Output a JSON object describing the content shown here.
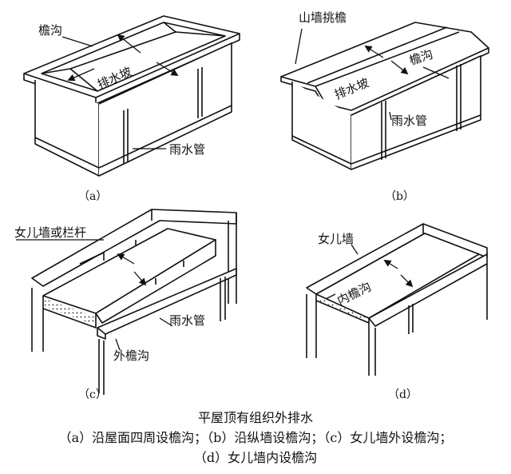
{
  "panels": {
    "a": {
      "caption": "（a）",
      "labels": {
        "gutter": "檐沟",
        "slope": "排水坡",
        "downpipe": "雨水管"
      }
    },
    "b": {
      "caption": "（b）",
      "labels": {
        "gable_eave": "山墙挑檐",
        "slope": "排水坡",
        "gutter": "檐沟",
        "downpipe": "雨水管"
      }
    },
    "c": {
      "caption": "（c）",
      "labels": {
        "parapet": "女儿墙或栏杆",
        "downpipe": "雨水管",
        "outer_gutter": "外檐沟"
      }
    },
    "d": {
      "caption": "（d）",
      "labels": {
        "parapet": "女儿墙",
        "inner_gutter": "内檐沟"
      }
    }
  },
  "footer": {
    "title": "平屋顶有组织外排水",
    "line1": "（a）沿屋面四周设檐沟；（b）沿纵墙设檐沟；（c）女儿墙外设檐沟；",
    "line2": "（d）女儿墙内设檐沟"
  }
}
